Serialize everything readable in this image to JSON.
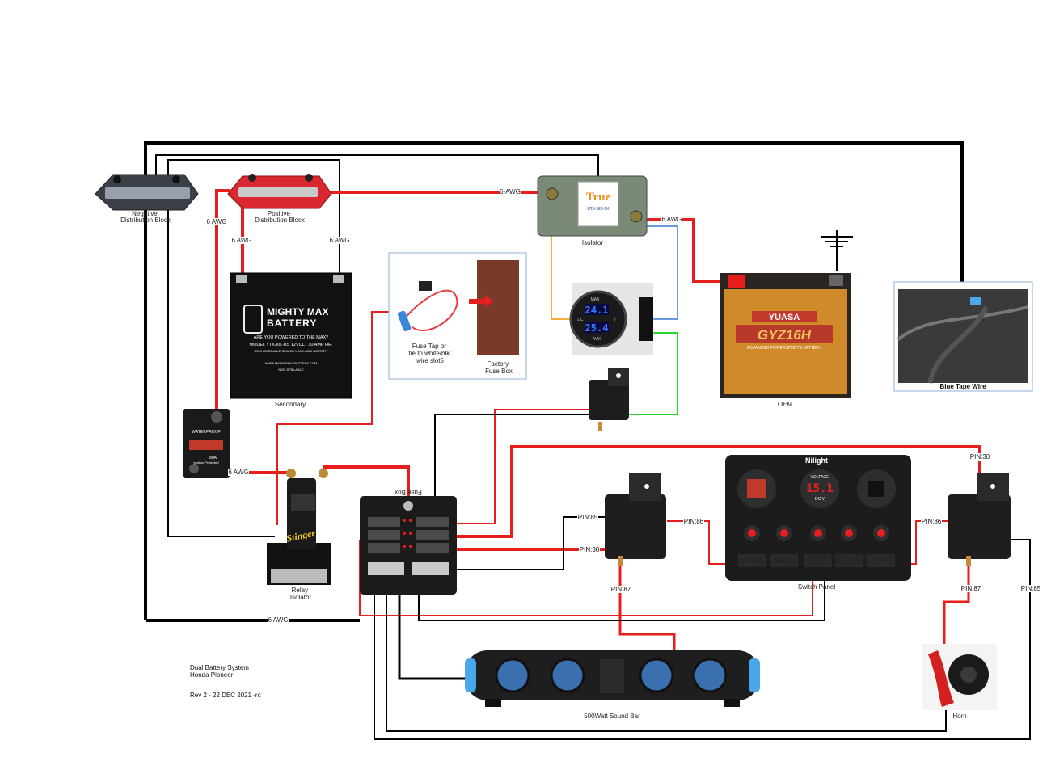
{
  "colors": {
    "positive": "#e61e1e",
    "negative": "#000000",
    "signal_blue": "#6a9ad8",
    "signal_orange": "#f2b13a",
    "signal_green": "#2bd62b"
  },
  "components": {
    "negative_block": "Negative\nDistribution Block",
    "positive_block": "Positive\nDistribution Block",
    "isolator": "Isolator",
    "isolator_brand": "True",
    "isolator_model": "UTV-SBI-1K",
    "secondary_battery": "Secondary",
    "mm_brand": "MIGHTY MAX",
    "mm_brand2": "BATTERY",
    "mm_tag": "ARE YOU POWERED TO THE MAX?",
    "mm_model": "MODEL YTX30L-BS   12VOLT 30 AMP HR.",
    "mm_sub": "RECHARGEABLE SEALED LEAD ACID BATTERY",
    "mm_web": "WWW.MIGHTYMAXBATTERY.COM",
    "mm_spill": "NON-SPILLABLE",
    "oem_battery": "OEM",
    "yuasa_brand": "YUASA",
    "yuasa_model": "GYZ16H",
    "yuasa_sub": "ADVANCED POWERSPORTS BATTERY",
    "fuse_tap": "Fuse Tap or\ntie to white/blk\nwire slot5",
    "factory_fuse": "Factory\nFuse Box",
    "blue_tape": "Blue Tape Wire",
    "relay_isolator": "Relay\nIsolator",
    "stinger": "Stinger",
    "fuse_box": "Fuse Box",
    "switch_panel": "Switch Panel",
    "nilight": "Nilight",
    "voltage_top": "VOLTAGE",
    "voltage_val": "15.1",
    "voltage_unit": "DC    V",
    "switch_labels": [
      "WIPER",
      "WINCH",
      "SPOT\nLIGHT",
      "VOLTMETER\nSOCKET",
      "VHF"
    ],
    "meter_max": "24.1",
    "meter_aux": "25.4",
    "meter_max_lbl": "MAX",
    "meter_aux_lbl": "AUX",
    "meter_dc": "DC",
    "meter_v": "V",
    "breaker_text": "WATERPROOF",
    "breaker_amp": "80A",
    "breaker_ign": "Ignition Protected",
    "sound_bar": "500Watt Sound Bar",
    "horn": "Horn"
  },
  "wire_labels": {
    "awg_isolator_in": "6-AWG",
    "awg_isolator_out": "6 AWG",
    "awg_pos_down": "6 AWG",
    "awg_sec_pos": "6 AWG",
    "awg_sec_neg": "6 AWG",
    "awg_breaker": "6 AWG",
    "awg_bottom": "6 AWG"
  },
  "pins": {
    "r1_85": "PIN:85",
    "r1_30": "PIN:30",
    "r1_86": "PIN:86",
    "r1_87": "PIN:87",
    "r2_30": "PIN:30",
    "r2_86": "PIN:86",
    "r2_87": "PIN:87",
    "r2_85": "PIN:85"
  },
  "notes": {
    "line1": "Dual Battery System",
    "line2": "Honda Pioneer",
    "line3": "Rev 2 - 22 DEC 2021 -rc"
  }
}
